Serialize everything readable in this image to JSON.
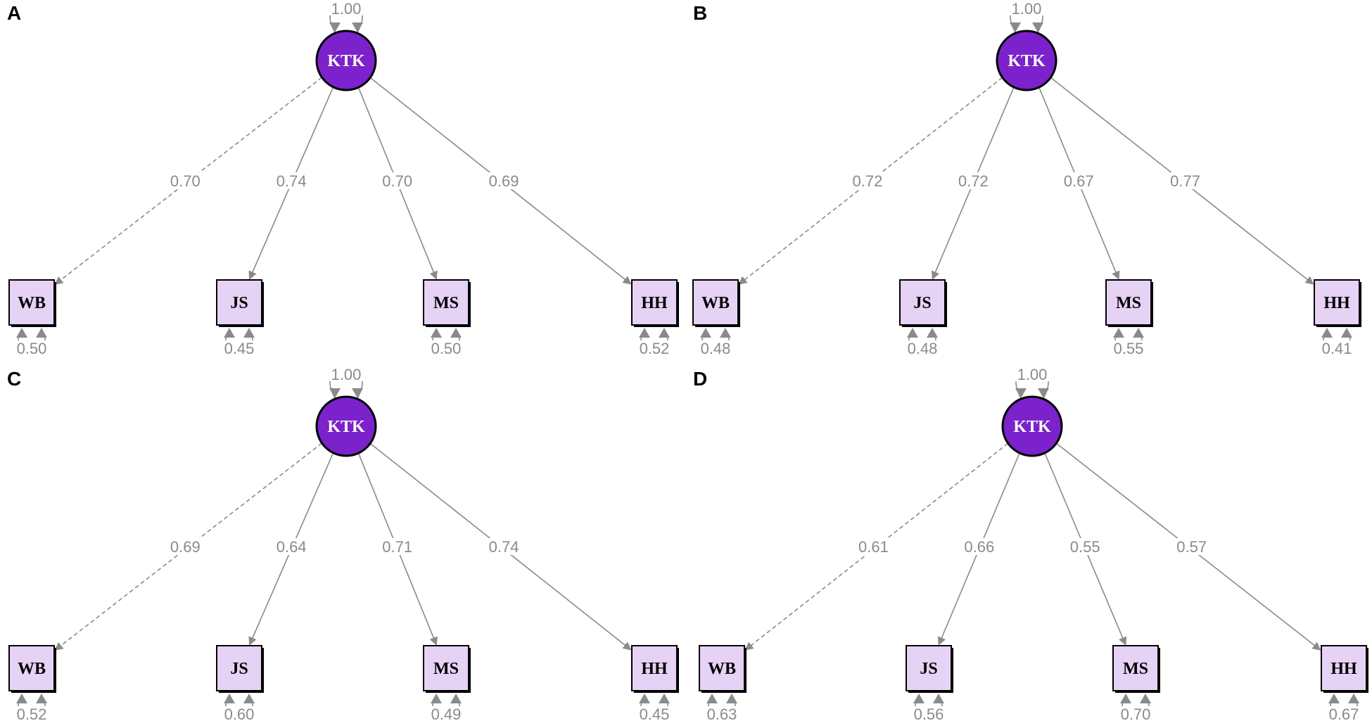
{
  "colors": {
    "latent_fill": "#7b22cc",
    "latent_text": "#ffffff",
    "indicator_fill": "#e6d2f4",
    "indicator_text": "#000000",
    "edge": "#8a8a8a",
    "coef_text": "#8a8a8a"
  },
  "panels": [
    {
      "letter": "A",
      "latent": {
        "label": "KTK",
        "variance": "1.00"
      },
      "indicators": [
        {
          "label": "WB",
          "loading": "0.70",
          "residual": "0.50",
          "fixed": true
        },
        {
          "label": "JS",
          "loading": "0.74",
          "residual": "0.45",
          "fixed": false
        },
        {
          "label": "MS",
          "loading": "0.70",
          "residual": "0.50",
          "fixed": false
        },
        {
          "label": "HH",
          "loading": "0.69",
          "residual": "0.52",
          "fixed": false
        }
      ]
    },
    {
      "letter": "B",
      "latent": {
        "label": "KTK",
        "variance": "1.00"
      },
      "indicators": [
        {
          "label": "WB",
          "loading": "0.72",
          "residual": "0.48",
          "fixed": true
        },
        {
          "label": "JS",
          "loading": "0.72",
          "residual": "0.48",
          "fixed": false
        },
        {
          "label": "MS",
          "loading": "0.67",
          "residual": "0.55",
          "fixed": false
        },
        {
          "label": "HH",
          "loading": "0.77",
          "residual": "0.41",
          "fixed": false
        }
      ]
    },
    {
      "letter": "C",
      "latent": {
        "label": "KTK",
        "variance": "1.00"
      },
      "indicators": [
        {
          "label": "WB",
          "loading": "0.69",
          "residual": "0.52",
          "fixed": true
        },
        {
          "label": "JS",
          "loading": "0.64",
          "residual": "0.60",
          "fixed": false
        },
        {
          "label": "MS",
          "loading": "0.71",
          "residual": "0.49",
          "fixed": false
        },
        {
          "label": "HH",
          "loading": "0.74",
          "residual": "0.45",
          "fixed": false
        }
      ]
    },
    {
      "letter": "D",
      "latent": {
        "label": "KTK",
        "variance": "1.00"
      },
      "indicators": [
        {
          "label": "WB",
          "loading": "0.61",
          "residual": "0.63",
          "fixed": true
        },
        {
          "label": "JS",
          "loading": "0.66",
          "residual": "0.56",
          "fixed": false
        },
        {
          "label": "MS",
          "loading": "0.55",
          "residual": "0.70",
          "fixed": false
        },
        {
          "label": "HH",
          "loading": "0.57",
          "residual": "0.67",
          "fixed": false
        }
      ]
    }
  ]
}
